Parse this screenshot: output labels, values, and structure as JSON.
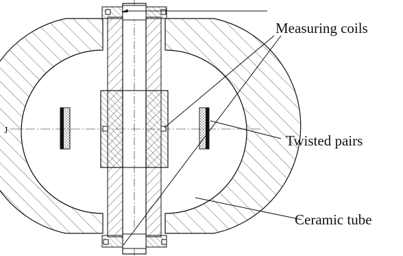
{
  "labels": {
    "measuring_coils": "Measuring coils",
    "twisted_pairs": "Twisted pairs",
    "ceramic_tube": "Ceramic tube",
    "left_mark": "J"
  },
  "colors": {
    "line": "#111111",
    "hatch": "#333333",
    "background": "#ffffff",
    "dots": "#444444"
  }
}
